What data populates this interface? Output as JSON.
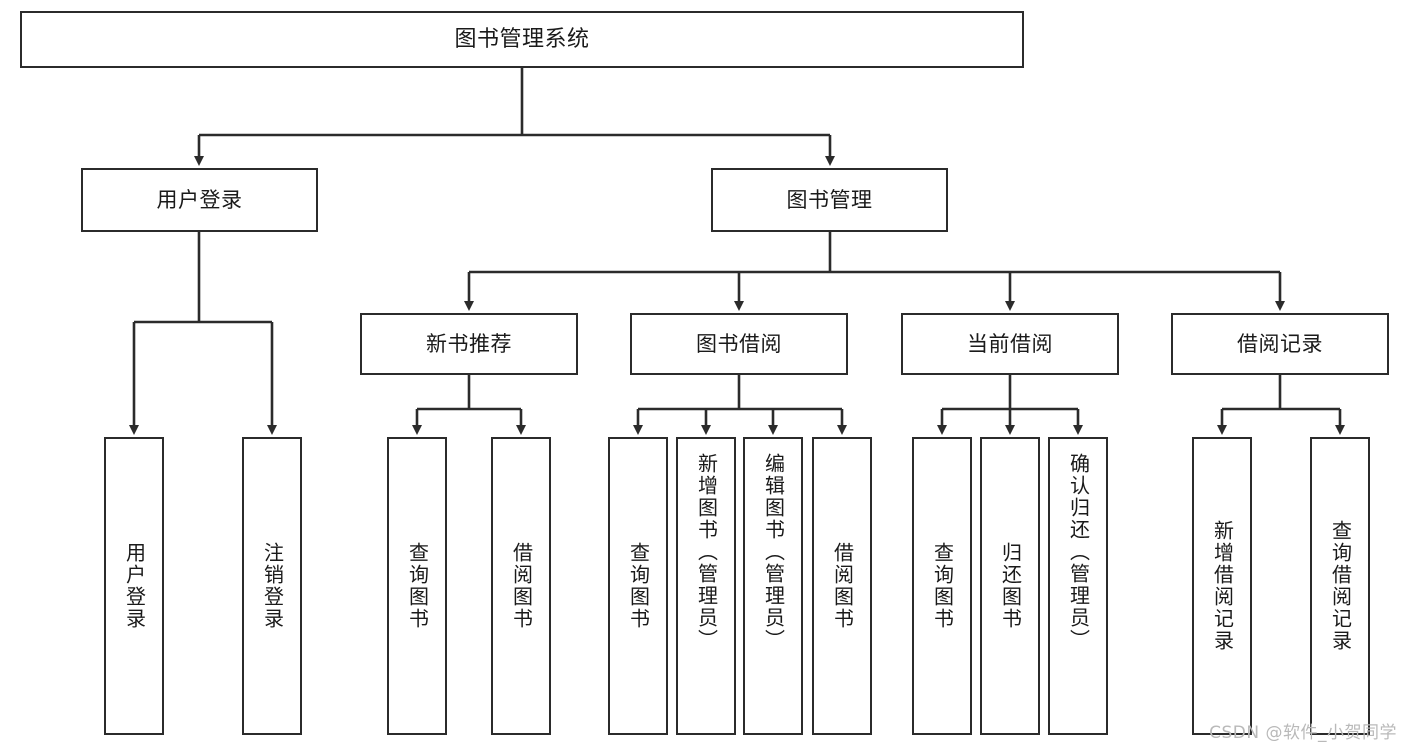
{
  "diagram": {
    "type": "tree-hierarchy",
    "title": "图书管理系统",
    "watermark": "CSDN @软件_小贺同学",
    "colors": {
      "stroke": "#2b2b2b",
      "fill": "#ffffff",
      "text": "#1a1a1a",
      "watermark": "#b9b9b9"
    },
    "levels": {
      "root": {
        "label": "图书管理系统"
      },
      "level2": [
        {
          "id": "user-login",
          "label": "用户登录"
        },
        {
          "id": "book-manage",
          "label": "图书管理"
        }
      ],
      "level3": [
        {
          "id": "new-book-rec",
          "label": "新书推荐",
          "parent": "book-manage"
        },
        {
          "id": "book-borrow",
          "label": "图书借阅",
          "parent": "book-manage"
        },
        {
          "id": "current-borrow",
          "label": "当前借阅",
          "parent": "book-manage"
        },
        {
          "id": "borrow-record",
          "label": "借阅记录",
          "parent": "book-manage"
        }
      ],
      "leaves": [
        {
          "id": "leaf-user-login",
          "label": "用户登录",
          "parent": "user-login"
        },
        {
          "id": "leaf-user-logout",
          "label": "注销登录",
          "parent": "user-login"
        },
        {
          "id": "leaf-query-book-1",
          "label": "查询图书",
          "parent": "new-book-rec"
        },
        {
          "id": "leaf-borrow-book-1",
          "label": "借阅图书",
          "parent": "new-book-rec"
        },
        {
          "id": "leaf-query-book-2",
          "label": "查询图书",
          "parent": "book-borrow"
        },
        {
          "id": "leaf-add-book",
          "label": "新增图书（管理员）",
          "parent": "book-borrow"
        },
        {
          "id": "leaf-edit-book",
          "label": "编辑图书（管理员）",
          "parent": "book-borrow"
        },
        {
          "id": "leaf-borrow-book-2",
          "label": "借阅图书",
          "parent": "book-borrow"
        },
        {
          "id": "leaf-query-book-3",
          "label": "查询图书",
          "parent": "current-borrow"
        },
        {
          "id": "leaf-return-book",
          "label": "归还图书",
          "parent": "current-borrow"
        },
        {
          "id": "leaf-confirm-return",
          "label": "确认归还（管理员）",
          "parent": "current-borrow"
        },
        {
          "id": "leaf-add-record",
          "label": "新增借阅记录",
          "parent": "borrow-record"
        },
        {
          "id": "leaf-query-record",
          "label": "查询借阅记录",
          "parent": "borrow-record"
        }
      ]
    }
  }
}
